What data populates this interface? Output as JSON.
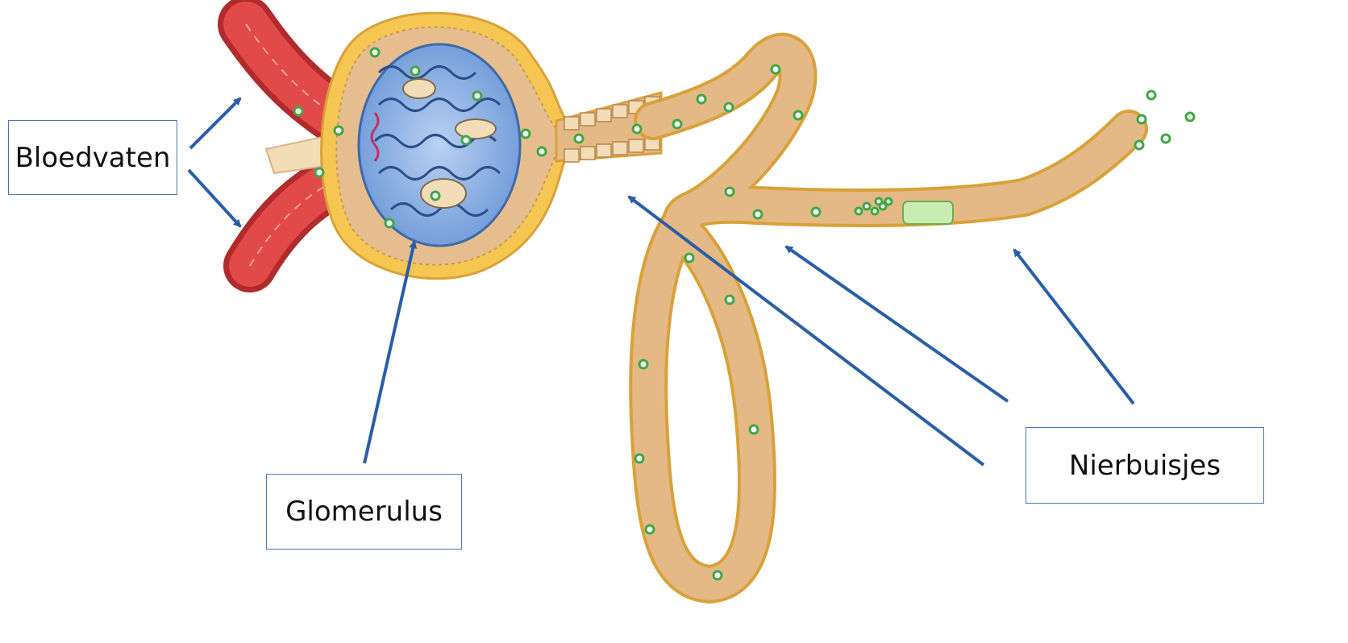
{
  "labels": {
    "blood_vessels": "Bloedvaten",
    "glomerulus": "Glomerulus",
    "tubules": "Nierbuisjes"
  },
  "colors": {
    "arrow": "#2a5ea8",
    "label_border": "#4a78b5",
    "vessel": "#d9393a",
    "capillary": "#8fb3e3",
    "tubule_fill": "#e4b986",
    "tubule_outline": "#d9a13a",
    "capsule_outer": "#f6c653",
    "particle": "#3fa845"
  }
}
